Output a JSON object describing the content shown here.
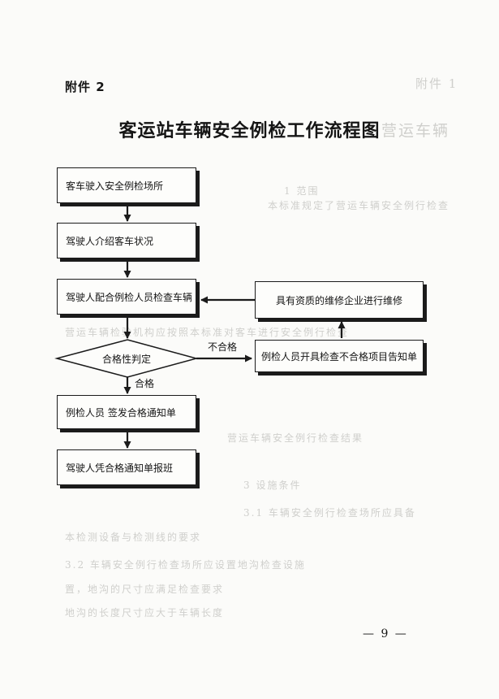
{
  "document": {
    "attachment_label": "附件 2",
    "title": "客运站车辆安全例检工作流程图",
    "page_number": "— 9 —"
  },
  "flowchart": {
    "step1": "客车驶入安全例检场所",
    "step2": "驾驶人介绍客车状况",
    "step3": "驾驶人配合例检人员检查车辆",
    "decision": "合格性判定",
    "label_fail": "不合格",
    "label_pass": "合格",
    "fail_notice": "例检人员开具检查不合格项目告知单",
    "repair": "具有资质的维修企业进行维修",
    "step4": "例检人员 签发合格通知单",
    "step5": "驾驶人凭合格通知单报班"
  }
}
